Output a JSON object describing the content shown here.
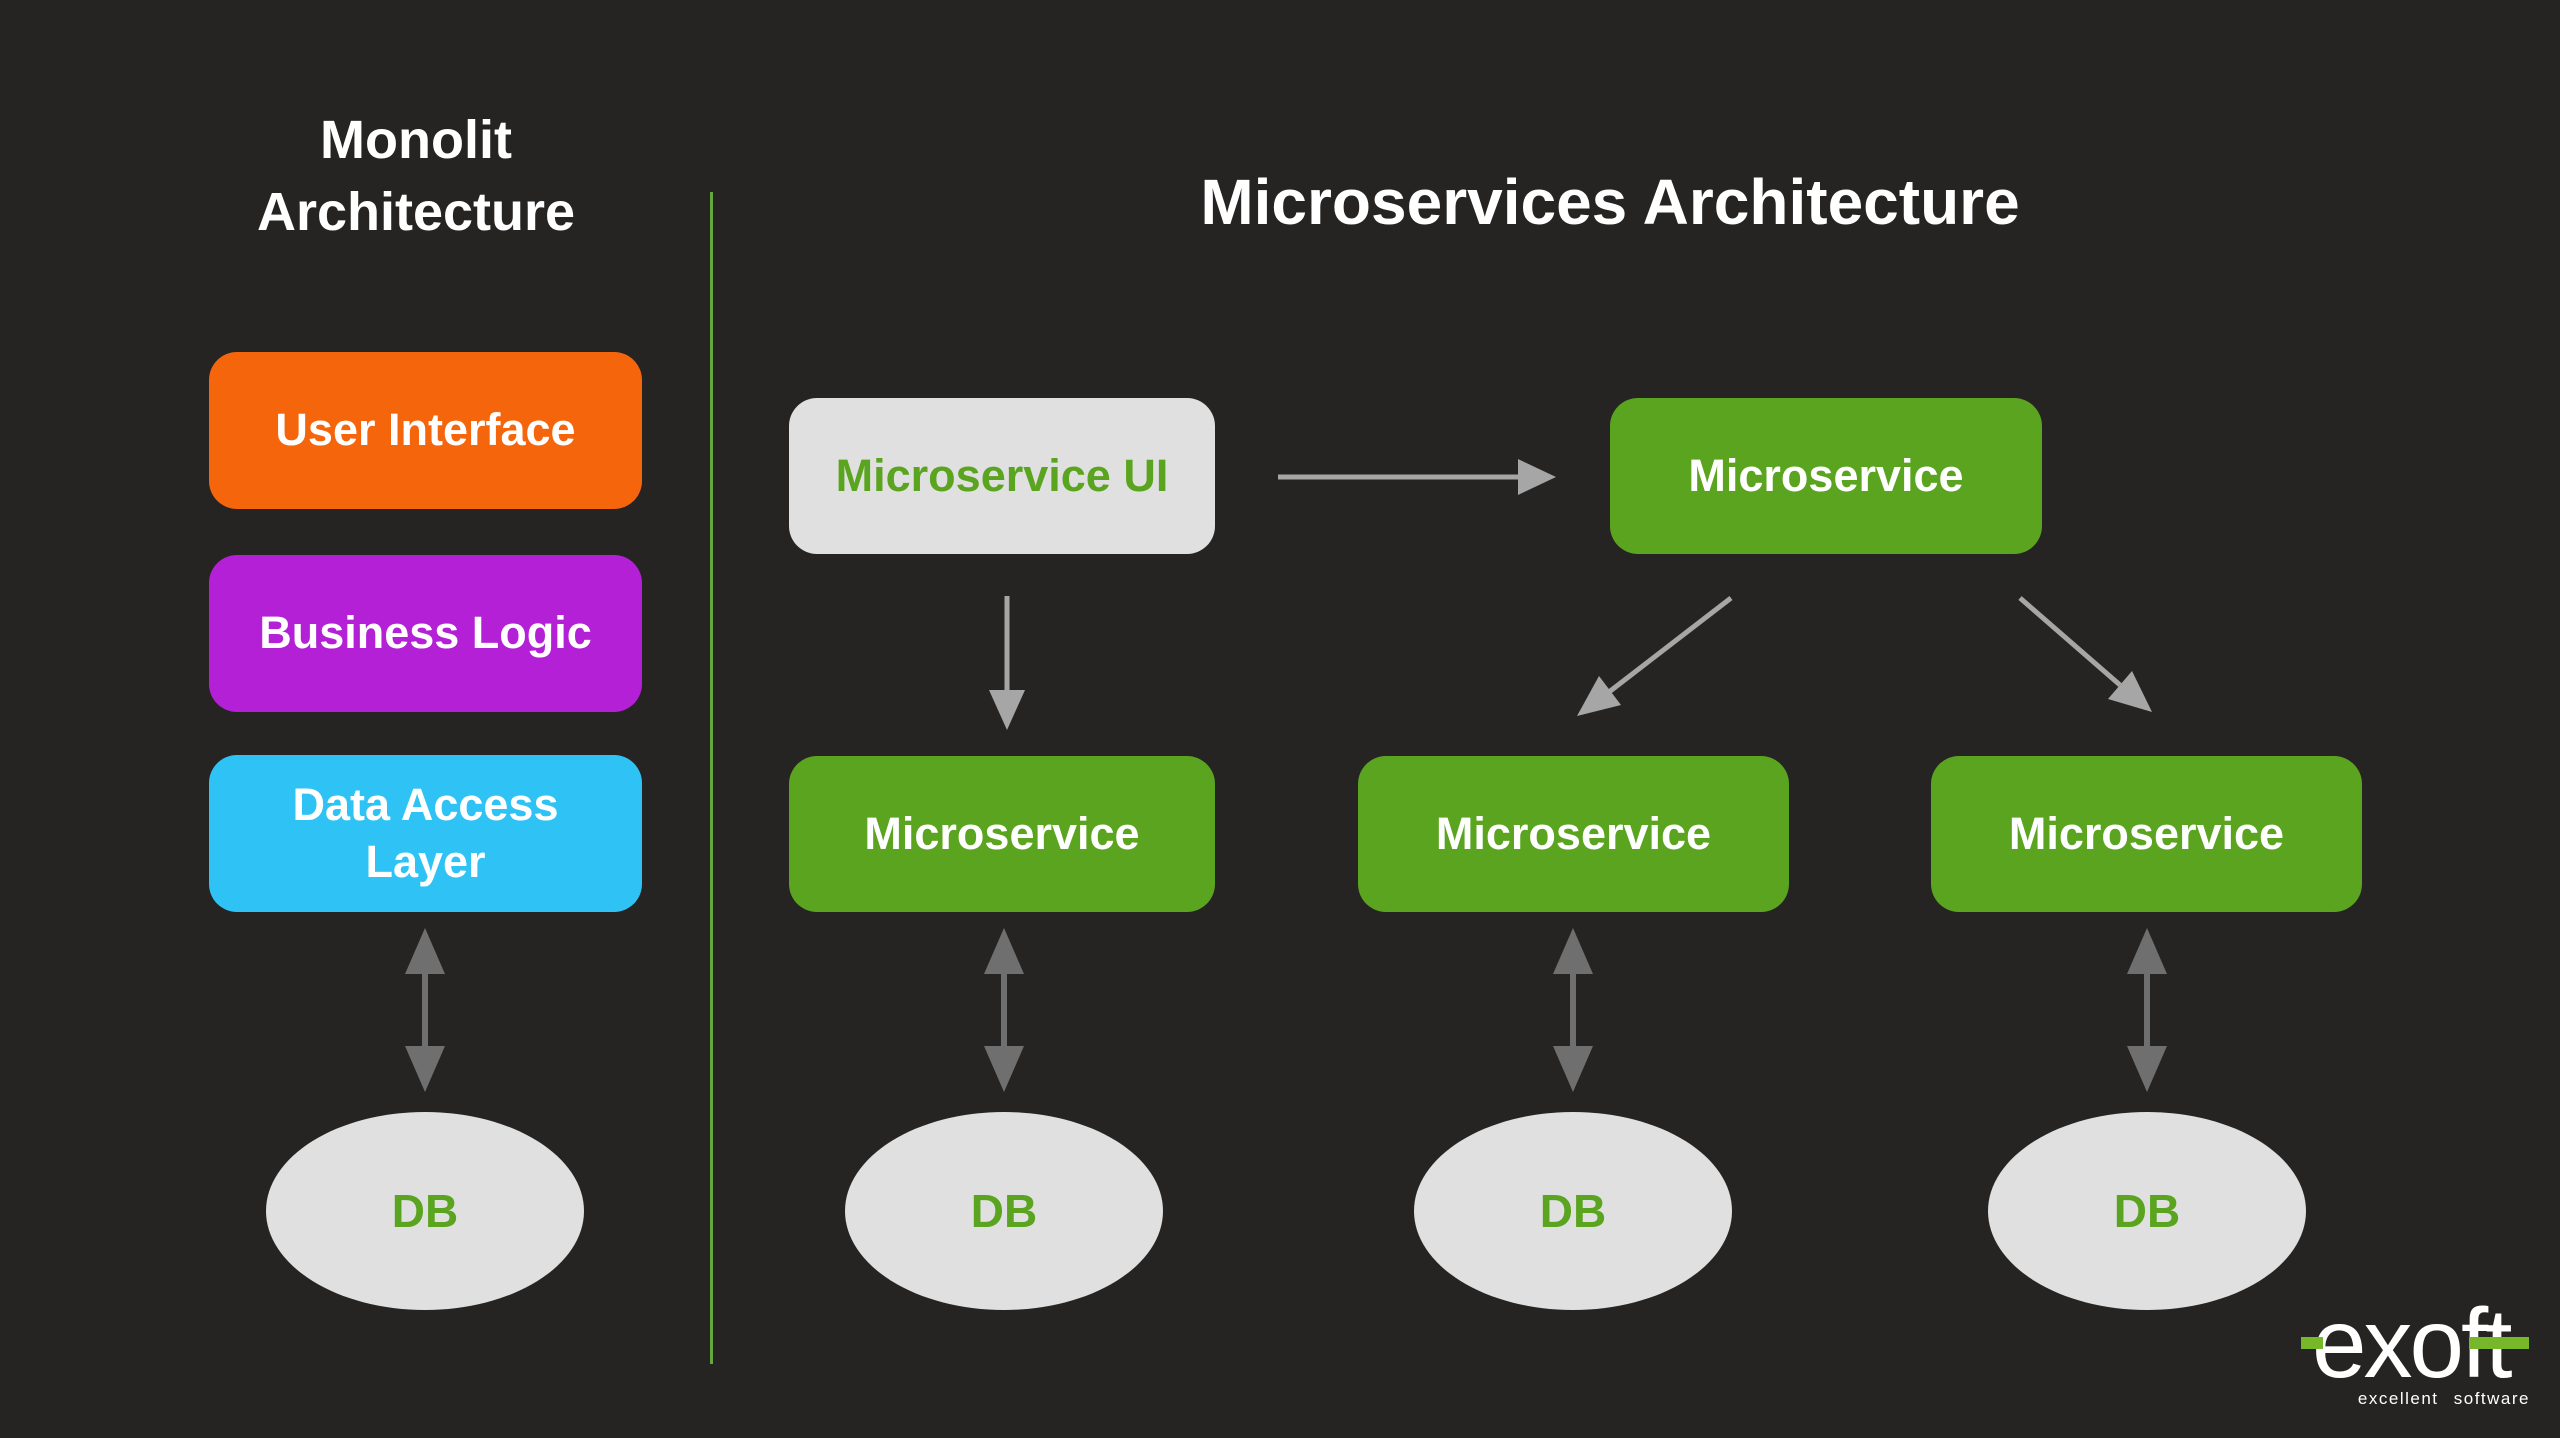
{
  "page": {
    "background": "#262423"
  },
  "divider": {
    "color": "#64A83C"
  },
  "monolith": {
    "title": "Monolit\nArchitecture",
    "layers": [
      {
        "label": "User Interface",
        "color": "#F5650C",
        "text_color": "#FFFFFF"
      },
      {
        "label": "Business Logic",
        "color": "#B320D6",
        "text_color": "#FFFFFF"
      },
      {
        "label": "Data Access Layer",
        "color": "#2FC3F5",
        "text_color": "#FFFFFF"
      }
    ],
    "db": {
      "label": "DB",
      "bg": "#E0E0E0",
      "text_color": "#5AA41F"
    }
  },
  "microservices": {
    "title": "Microservices Architecture",
    "ui_box": {
      "label": "Microservice UI",
      "bg": "#E0E0E0",
      "text_color": "#5AA41F"
    },
    "gateway": {
      "label": "Microservice",
      "bg": "#5AA41F",
      "text_color": "#FFFFFF"
    },
    "service_bg": "#5AA41F",
    "service_text_color": "#FFFFFF",
    "services": [
      {
        "label": "Microservice"
      },
      {
        "label": "Microservice"
      },
      {
        "label": "Microservice"
      }
    ],
    "db_bg": "#E0E0E0",
    "db_text_color": "#5AA41F",
    "dbs": [
      {
        "label": "DB"
      },
      {
        "label": "DB"
      },
      {
        "label": "DB"
      }
    ]
  },
  "arrows": {
    "single_color": "#A6A6A6",
    "double_color": "#6F6F6F"
  },
  "logo": {
    "wordmark": "exoft",
    "tagline": "excellent software",
    "accent": "#76B82A",
    "text_color": "#FFFFFF"
  }
}
